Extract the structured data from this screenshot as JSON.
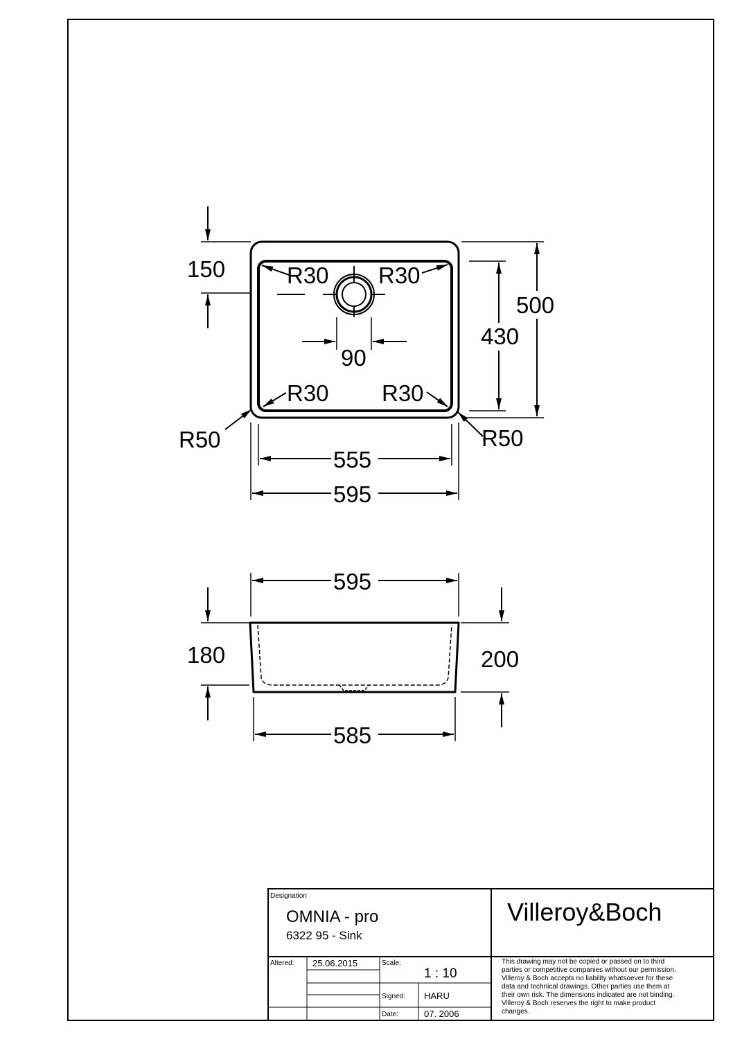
{
  "plan_view": {
    "dim_150": "150",
    "dim_500": "500",
    "dim_430": "430",
    "dim_90": "90",
    "dim_555": "555",
    "dim_595": "595",
    "r30_top_left": "R30",
    "r30_top_right": "R30",
    "r30_bottom_left": "R30",
    "r30_bottom_right": "R30",
    "r50_left": "R50",
    "r50_right": "R50"
  },
  "front_view": {
    "dim_595": "595",
    "dim_180": "180",
    "dim_200": "200",
    "dim_585": "585"
  },
  "title_block": {
    "designation_label": "Designation",
    "title": "OMNIA - pro",
    "subtitle": "6322 95 - Sink",
    "brand": "Villeroy&Boch",
    "altered_label": "Altered:",
    "altered_value": "25.06.2015",
    "scale_label": "Scale:",
    "scale_value": "1 : 10",
    "signed_label": "Signed:",
    "signed_value": "HARU",
    "date_label": "Date:",
    "date_value": "07. 2006",
    "disclaimer": [
      "This drawing may not be copied or passed on to third",
      "parties or competitive companies without our permission.",
      "Villeroy & Boch accepts no liability whatsoever for these",
      "data and technical drawings. Other parties use them at",
      "their own risk. The dimensions indicated are not binding.",
      "Villeroy & Boch reserves the right to make product",
      "changes."
    ]
  }
}
